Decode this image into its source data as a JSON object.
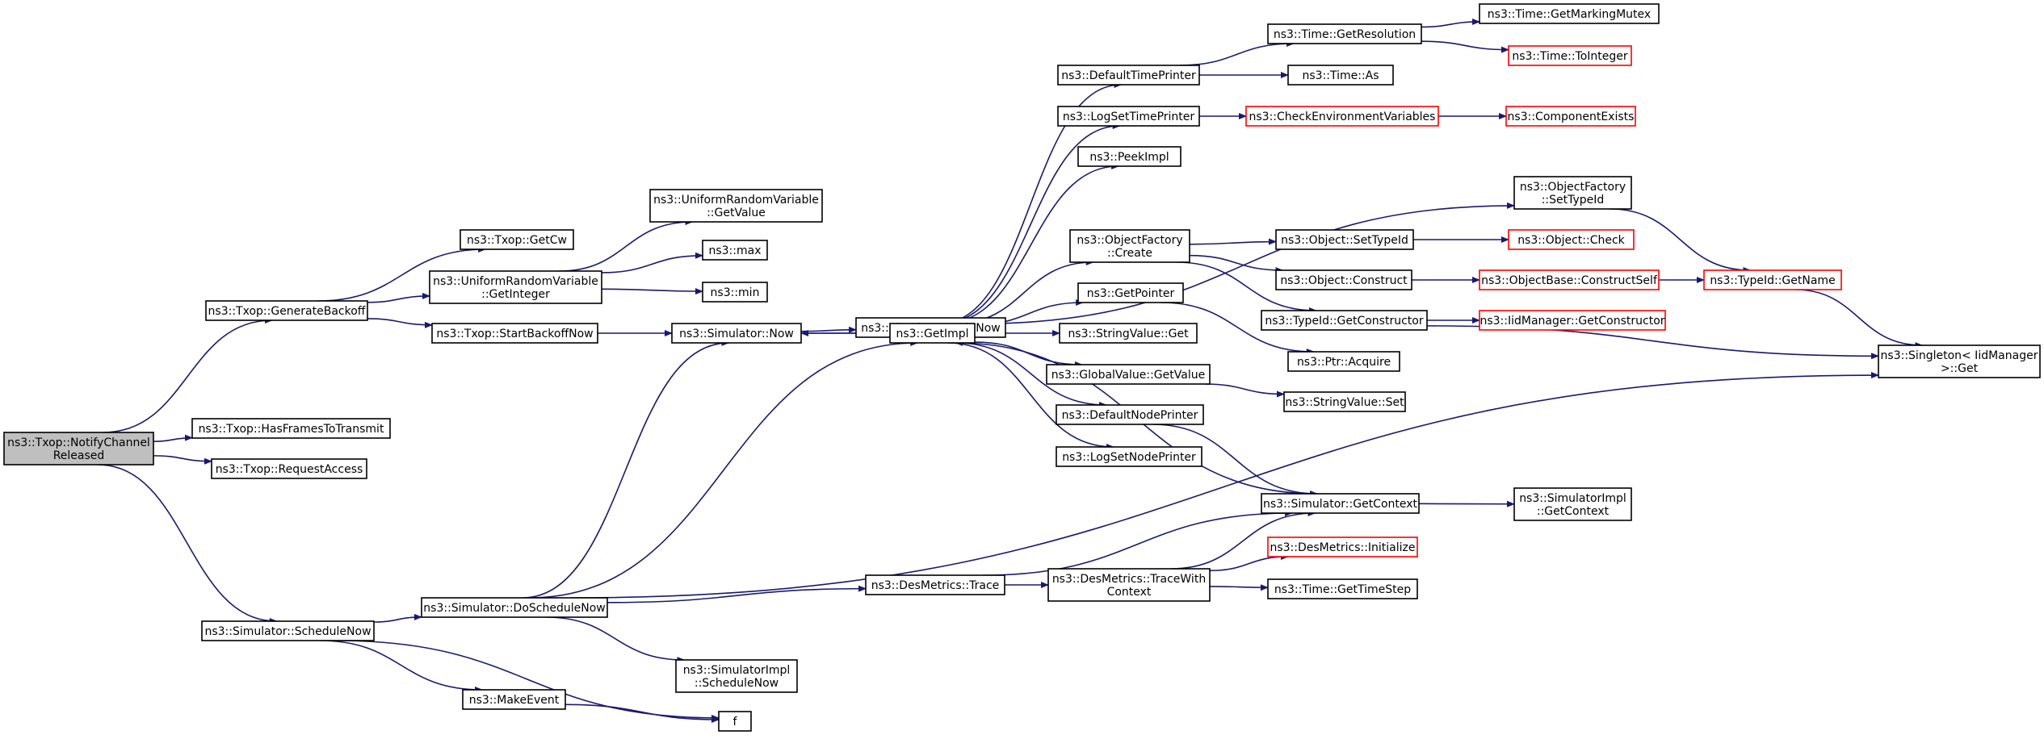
{
  "colors": {
    "edge": "#191970",
    "node_border": "#000000",
    "truncated_border": "#ff0000",
    "root_fill": "#bfbfbf",
    "background": "#ffffff"
  },
  "nodes": [
    {
      "id": "n_root",
      "lines": [
        "ns3::Txop::NotifyChannel",
        "Released"
      ],
      "root": true
    },
    {
      "id": "n_genbackoff",
      "lines": [
        "ns3::Txop::GenerateBackoff"
      ]
    },
    {
      "id": "n_hasframes",
      "lines": [
        "ns3::Txop::HasFramesToTransmit"
      ]
    },
    {
      "id": "n_reqaccess",
      "lines": [
        "ns3::Txop::RequestAccess"
      ]
    },
    {
      "id": "n_schednow",
      "lines": [
        "ns3::Simulator::ScheduleNow"
      ]
    },
    {
      "id": "n_getcw",
      "lines": [
        "ns3::Txop::GetCw"
      ]
    },
    {
      "id": "n_urv_getint",
      "lines": [
        "ns3::UniformRandomVariable",
        "::GetInteger"
      ]
    },
    {
      "id": "n_startbackoff",
      "lines": [
        "ns3::Txop::StartBackoffNow"
      ]
    },
    {
      "id": "n_doschednow",
      "lines": [
        "ns3::Simulator::DoScheduleNow"
      ]
    },
    {
      "id": "n_makeevent",
      "lines": [
        "ns3::MakeEvent"
      ]
    },
    {
      "id": "n_f",
      "lines": [
        "f"
      ]
    },
    {
      "id": "n_urv_getval",
      "lines": [
        "ns3::UniformRandomVariable",
        "::GetValue"
      ]
    },
    {
      "id": "n_max",
      "lines": [
        "ns3::max"
      ]
    },
    {
      "id": "n_min",
      "lines": [
        "ns3::min"
      ]
    },
    {
      "id": "n_simnow",
      "lines": [
        "ns3::Simulator::Now"
      ]
    },
    {
      "id": "n_desmetrics_trace",
      "lines": [
        "ns3::DesMetrics::Trace"
      ]
    },
    {
      "id": "n_simimpl_schednow",
      "lines": [
        "ns3::SimulatorImpl",
        "::ScheduleNow"
      ]
    },
    {
      "id": "n_simimpl_now",
      "lines": [
        "ns3::SimulatorImpl::Now"
      ]
    },
    {
      "id": "n_getimpl",
      "lines": [
        "ns3::GetImpl"
      ]
    },
    {
      "id": "n_tracewithctx",
      "lines": [
        "ns3::DesMetrics::TraceWith",
        "Context"
      ]
    },
    {
      "id": "n_deftimeprinter",
      "lines": [
        "ns3::DefaultTimePrinter"
      ]
    },
    {
      "id": "n_logsettimeprinter",
      "lines": [
        "ns3::LogSetTimePrinter"
      ]
    },
    {
      "id": "n_peekimpl",
      "lines": [
        "ns3::PeekImpl"
      ]
    },
    {
      "id": "n_of_create",
      "lines": [
        "ns3::ObjectFactory",
        "::Create"
      ]
    },
    {
      "id": "n_getpointer",
      "lines": [
        "ns3::GetPointer"
      ]
    },
    {
      "id": "n_stringvalue_get",
      "lines": [
        "ns3::StringValue::Get"
      ]
    },
    {
      "id": "n_globalvalue_getval",
      "lines": [
        "ns3::GlobalValue::GetValue"
      ]
    },
    {
      "id": "n_defnodeprinter",
      "lines": [
        "ns3::DefaultNodePrinter"
      ]
    },
    {
      "id": "n_logsetnodeprinter",
      "lines": [
        "ns3::LogSetNodePrinter"
      ]
    },
    {
      "id": "n_time_getres",
      "lines": [
        "ns3::Time::GetResolution"
      ]
    },
    {
      "id": "n_time_as",
      "lines": [
        "ns3::Time::As"
      ]
    },
    {
      "id": "n_checkenv",
      "lines": [
        "ns3::CheckEnvironmentVariables"
      ],
      "truncated": true
    },
    {
      "id": "n_obj_settypeid",
      "lines": [
        "ns3::Object::SetTypeId"
      ]
    },
    {
      "id": "n_obj_construct",
      "lines": [
        "ns3::Object::Construct"
      ]
    },
    {
      "id": "n_typeid_getctor",
      "lines": [
        "ns3::TypeId::GetConstructor"
      ]
    },
    {
      "id": "n_ptr_acquire",
      "lines": [
        "ns3::Ptr::Acquire"
      ]
    },
    {
      "id": "n_stringvalue_set",
      "lines": [
        "ns3::StringValue::Set"
      ]
    },
    {
      "id": "n_sim_getctx",
      "lines": [
        "ns3::Simulator::GetContext"
      ]
    },
    {
      "id": "n_desmetrics_init",
      "lines": [
        "ns3::DesMetrics::Initialize"
      ],
      "truncated": true
    },
    {
      "id": "n_time_gettimestep",
      "lines": [
        "ns3::Time::GetTimeStep"
      ]
    },
    {
      "id": "n_time_getmarkingmutex",
      "lines": [
        "ns3::Time::GetMarkingMutex"
      ]
    },
    {
      "id": "n_time_tointeger",
      "lines": [
        "ns3::Time::ToInteger"
      ],
      "truncated": true
    },
    {
      "id": "n_componentexists",
      "lines": [
        "ns3::ComponentExists"
      ],
      "truncated": true
    },
    {
      "id": "n_of_settypeid",
      "lines": [
        "ns3::ObjectFactory",
        "::SetTypeId"
      ]
    },
    {
      "id": "n_obj_check",
      "lines": [
        "ns3::Object::Check"
      ],
      "truncated": true
    },
    {
      "id": "n_objbase_constructself",
      "lines": [
        "ns3::ObjectBase::ConstructSelf"
      ],
      "truncated": true
    },
    {
      "id": "n_iidmanager_getctor",
      "lines": [
        "ns3::IidManager::GetConstructor"
      ],
      "truncated": true
    },
    {
      "id": "n_simimpl_getctx",
      "lines": [
        "ns3::SimulatorImpl",
        "::GetContext"
      ]
    },
    {
      "id": "n_typeid_getname",
      "lines": [
        "ns3::TypeId::GetName"
      ],
      "truncated": true
    },
    {
      "id": "n_singleton_get",
      "lines": [
        "ns3::Singleton< IidManager",
        " >::Get"
      ]
    }
  ],
  "edges": [
    [
      "n_root",
      "n_genbackoff"
    ],
    [
      "n_root",
      "n_hasframes"
    ],
    [
      "n_root",
      "n_reqaccess"
    ],
    [
      "n_root",
      "n_schednow"
    ],
    [
      "n_genbackoff",
      "n_getcw"
    ],
    [
      "n_genbackoff",
      "n_urv_getint"
    ],
    [
      "n_genbackoff",
      "n_startbackoff"
    ],
    [
      "n_urv_getint",
      "n_urv_getval"
    ],
    [
      "n_urv_getint",
      "n_max"
    ],
    [
      "n_urv_getint",
      "n_min"
    ],
    [
      "n_startbackoff",
      "n_simnow"
    ],
    [
      "n_schednow",
      "n_doschednow"
    ],
    [
      "n_schednow",
      "n_makeevent"
    ],
    [
      "n_schednow",
      "n_f"
    ],
    [
      "n_makeevent",
      "n_f"
    ],
    [
      "n_doschednow",
      "n_simnow"
    ],
    [
      "n_doschednow",
      "n_getimpl"
    ],
    [
      "n_doschednow",
      "n_desmetrics_trace"
    ],
    [
      "n_doschednow",
      "n_simimpl_schednow"
    ],
    [
      "n_doschednow",
      "n_singleton_get"
    ],
    [
      "n_simnow",
      "n_getimpl"
    ],
    [
      "n_simnow",
      "n_simimpl_now"
    ],
    [
      "n_getimpl",
      "n_simnow"
    ],
    [
      "n_getimpl",
      "n_deftimeprinter"
    ],
    [
      "n_getimpl",
      "n_logsettimeprinter"
    ],
    [
      "n_getimpl",
      "n_peekimpl"
    ],
    [
      "n_getimpl",
      "n_of_settypeid"
    ],
    [
      "n_getimpl",
      "n_of_create"
    ],
    [
      "n_getimpl",
      "n_getpointer"
    ],
    [
      "n_getimpl",
      "n_stringvalue_get"
    ],
    [
      "n_getimpl",
      "n_globalvalue_getval"
    ],
    [
      "n_getimpl",
      "n_defnodeprinter"
    ],
    [
      "n_getimpl",
      "n_logsetnodeprinter"
    ],
    [
      "n_sim_getctx",
      "n_getimpl"
    ],
    [
      "n_sim_getctx",
      "n_simimpl_getctx"
    ],
    [
      "n_desmetrics_trace",
      "n_sim_getctx"
    ],
    [
      "n_desmetrics_trace",
      "n_tracewithctx"
    ],
    [
      "n_tracewithctx",
      "n_sim_getctx"
    ],
    [
      "n_tracewithctx",
      "n_desmetrics_init"
    ],
    [
      "n_tracewithctx",
      "n_time_gettimestep"
    ],
    [
      "n_deftimeprinter",
      "n_time_getres"
    ],
    [
      "n_deftimeprinter",
      "n_time_as"
    ],
    [
      "n_time_getres",
      "n_time_getmarkingmutex"
    ],
    [
      "n_time_getres",
      "n_time_tointeger"
    ],
    [
      "n_logsettimeprinter",
      "n_checkenv"
    ],
    [
      "n_checkenv",
      "n_componentexists"
    ],
    [
      "n_of_create",
      "n_obj_settypeid"
    ],
    [
      "n_of_create",
      "n_obj_construct"
    ],
    [
      "n_of_create",
      "n_typeid_getctor"
    ],
    [
      "n_obj_settypeid",
      "n_obj_check"
    ],
    [
      "n_obj_construct",
      "n_objbase_constructself"
    ],
    [
      "n_objbase_constructself",
      "n_typeid_getname"
    ],
    [
      "n_typeid_getctor",
      "n_iidmanager_getctor"
    ],
    [
      "n_typeid_getctor",
      "n_singleton_get"
    ],
    [
      "n_of_settypeid",
      "n_typeid_getname"
    ],
    [
      "n_typeid_getname",
      "n_singleton_get"
    ],
    [
      "n_getpointer",
      "n_ptr_acquire"
    ],
    [
      "n_globalvalue_getval",
      "n_stringvalue_set"
    ],
    [
      "n_defnodeprinter",
      "n_sim_getctx"
    ]
  ]
}
